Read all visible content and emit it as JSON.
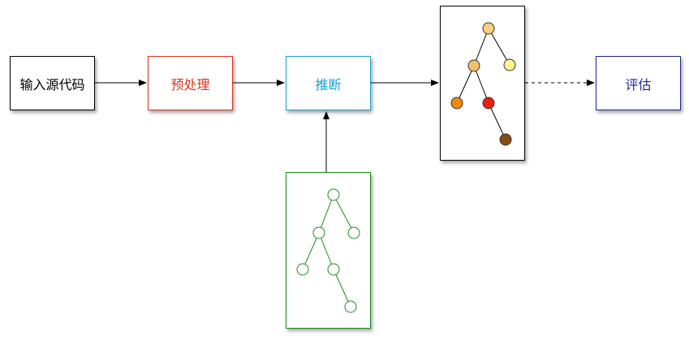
{
  "boxes": {
    "input": "输入源代码",
    "preprocess": "预处理",
    "inference": "推断",
    "evaluate": "评估"
  },
  "colors": {
    "input_border": "#000000",
    "preprocess_accent": "#d8351c",
    "inference_accent": "#1aa3d9",
    "evaluate_accent": "#1a2a8c",
    "model_tree": "#1b8a1b",
    "result_root": "#f8d07e",
    "result_mid": "#f5c06c",
    "result_light": "#fff48e",
    "result_orange": "#f08a0e",
    "result_red": "#e8200e",
    "result_brown": "#8b4a12"
  }
}
